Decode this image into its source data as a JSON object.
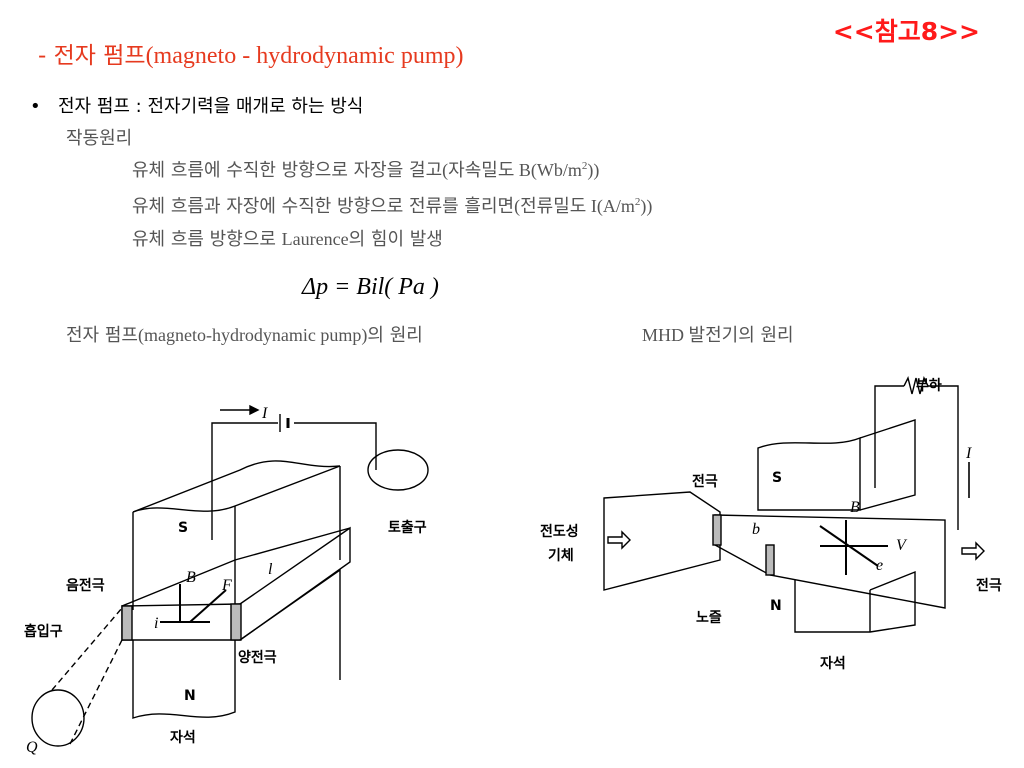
{
  "ref_tag": "<<참고8>>",
  "title": {
    "prefix": "- 전자 펌프",
    "english": "(magneto - hydrodynamic pump)"
  },
  "bullet": {
    "dot": "•",
    "text": "전자 펌프 : 전자기력을 매개로 하는 방식"
  },
  "subheading": "작동원리",
  "lines": [
    {
      "ko": "유체 흐름에 수직한 방향으로 자장을 걸고",
      "en": "(자속밀도 B(Wb/m",
      "sup": "2",
      "end": "))"
    },
    {
      "ko": "유체 흐름과 자장에 수직한 방향으로 전류를 흘리면",
      "en": "(전류밀도 I(A/m",
      "sup": "2",
      "end": "))"
    },
    {
      "ko": "유체 흐름 방향으로 ",
      "en": "Laurence",
      "sup": "",
      "end": "의 힘이 발생"
    }
  ],
  "formula": "Δp = Bil( Pa )",
  "captions": {
    "left_ko": "전자 펌프",
    "left_en": "(magneto-hydrodynamic pump)",
    "left_end": "의 원리",
    "right_en": "MHD ",
    "right_ko": "발전기의 원리"
  },
  "left_diagram": {
    "labels": {
      "current": "I",
      "magnet_s": "S",
      "magnet_n": "N",
      "outlet": "토출구",
      "neg_electrode": "음전극",
      "pos_electrode": "양전극",
      "inlet": "흡입구",
      "magnet": "자석",
      "flow": "Q",
      "b": "B",
      "f": "F",
      "i": "i",
      "l": "l"
    }
  },
  "right_diagram": {
    "labels": {
      "load": "부하",
      "current": "I",
      "electrode_top": "전극",
      "magnet_s": "S",
      "gas_line1": "전도성",
      "gas_line2": "기체",
      "b": "B",
      "v": "V",
      "e": "e",
      "small_b": "b",
      "magnet_n": "N",
      "nozzle": "노즐",
      "electrode_right": "전극",
      "magnet": "자석"
    }
  }
}
